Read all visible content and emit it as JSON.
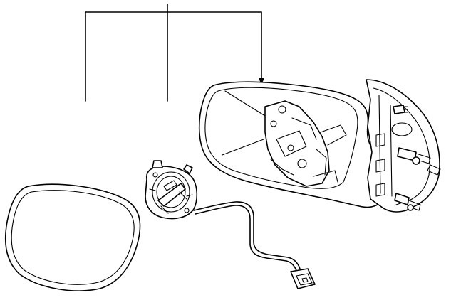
{
  "diagram": {
    "type": "exploded-parts-illustration",
    "parts": [
      {
        "id": "mirror-glass",
        "label": ""
      },
      {
        "id": "power-actuator-motor",
        "label": ""
      },
      {
        "id": "mirror-housing-assembly",
        "label": ""
      }
    ],
    "callout_targets": [
      "mirror-glass",
      "power-actuator-motor",
      "mirror-housing-assembly"
    ],
    "colors": {
      "stroke": "#000000",
      "background": "#ffffff"
    }
  }
}
